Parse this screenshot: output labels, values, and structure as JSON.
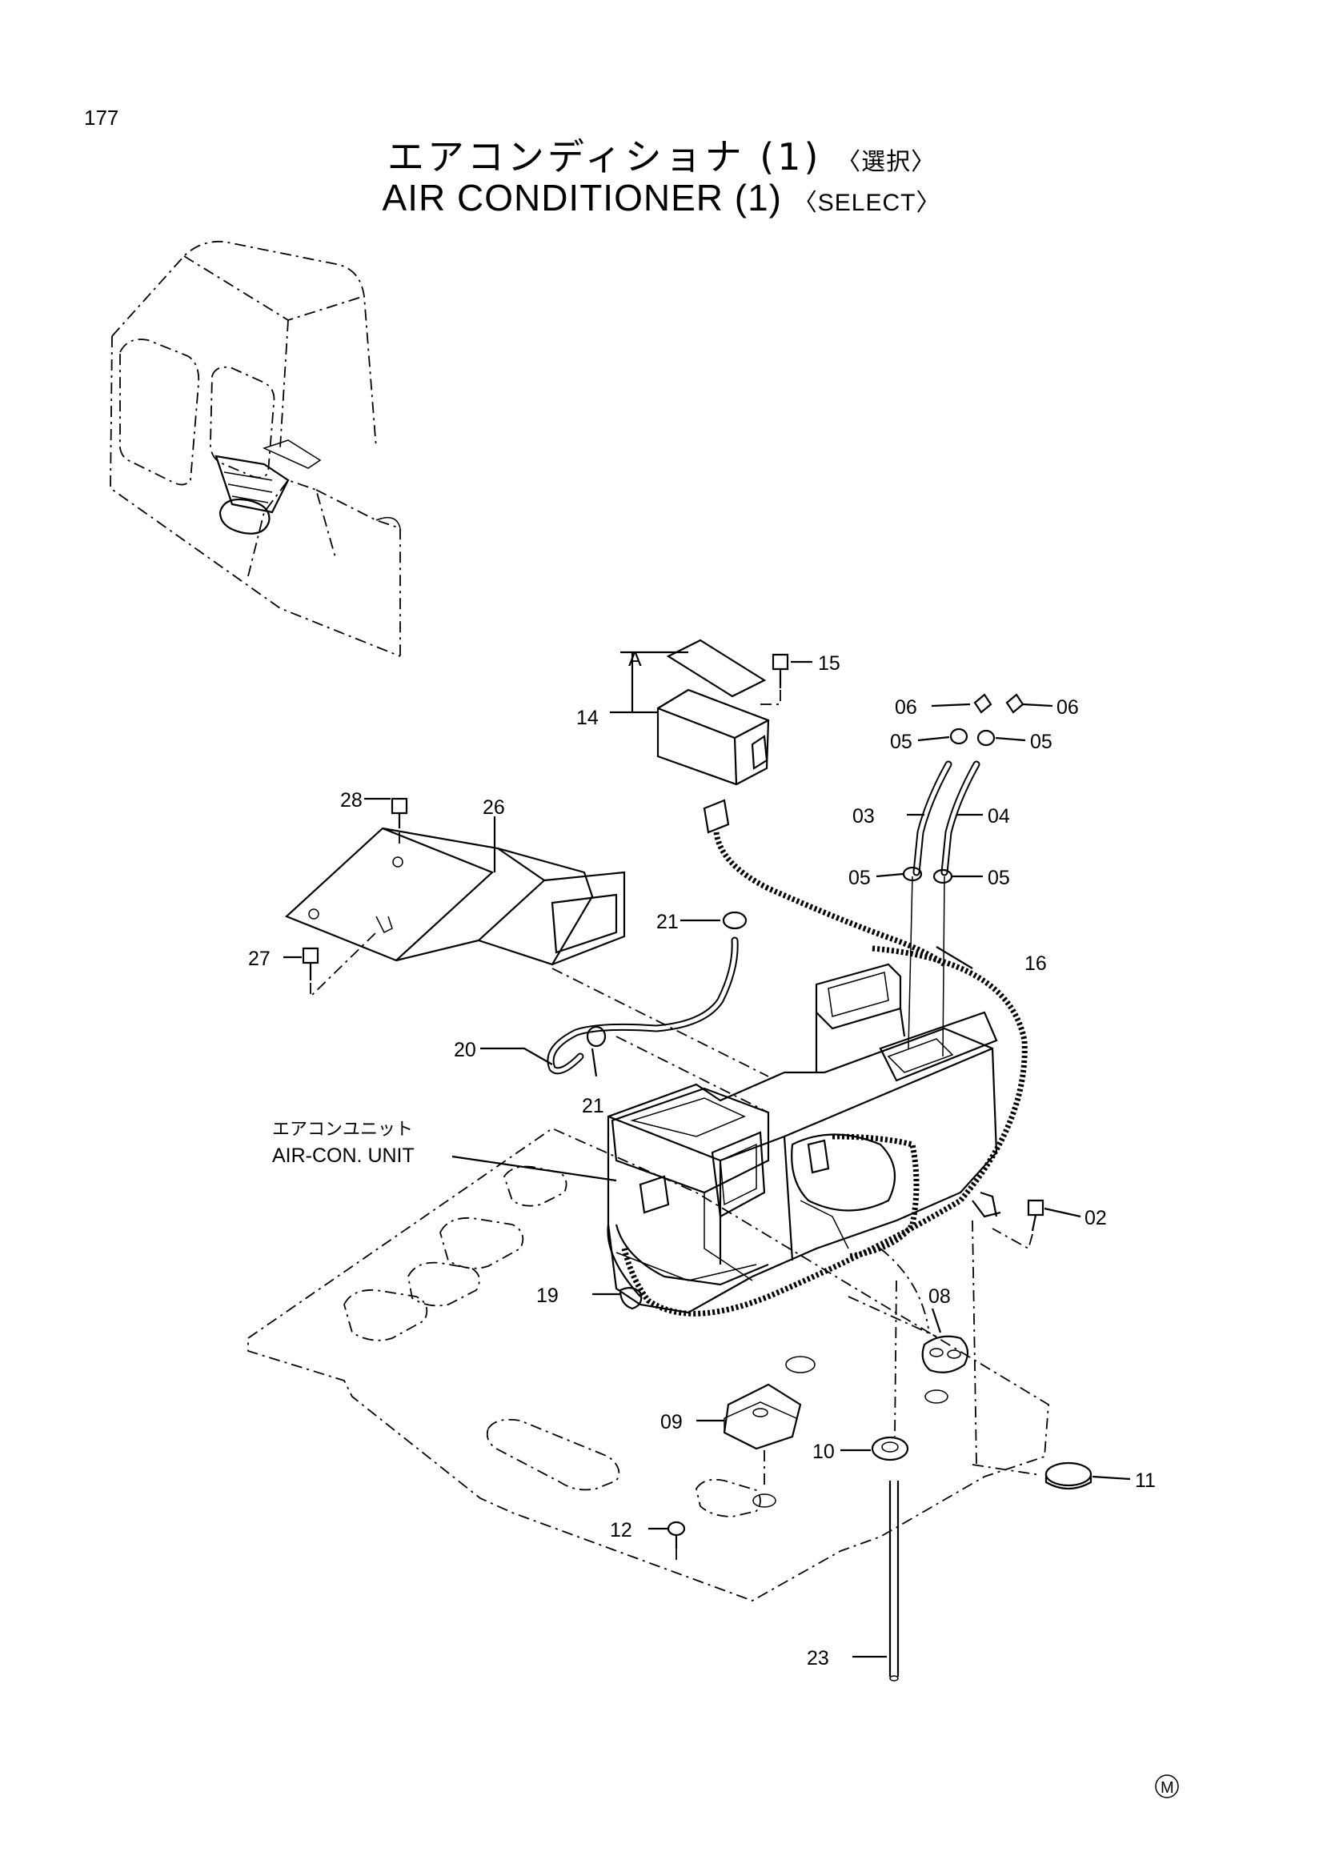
{
  "page_number": "177",
  "title_jp": "エアコンディショナ (1)",
  "title_jp_tag": "〈選択〉",
  "title_en": "AIR CONDITIONER (1)",
  "title_en_tag": "〈SELECT〉",
  "unit_label_jp": "エアコンユニット",
  "unit_label_en": "AIR-CON. UNIT",
  "view_ref": "A",
  "callouts": {
    "p02": "02",
    "p03": "03",
    "p04": "04",
    "p05a": "05",
    "p05b": "05",
    "p05c": "05",
    "p05d": "05",
    "p06a": "06",
    "p06b": "06",
    "p08": "08",
    "p09": "09",
    "p10": "10",
    "p11": "11",
    "p12": "12",
    "p14": "14",
    "p15": "15",
    "p16": "16",
    "p19": "19",
    "p20": "20",
    "p21a": "21",
    "p21b": "21",
    "p23": "23",
    "p26": "26",
    "p27": "27",
    "p28": "28"
  },
  "mark": "M"
}
